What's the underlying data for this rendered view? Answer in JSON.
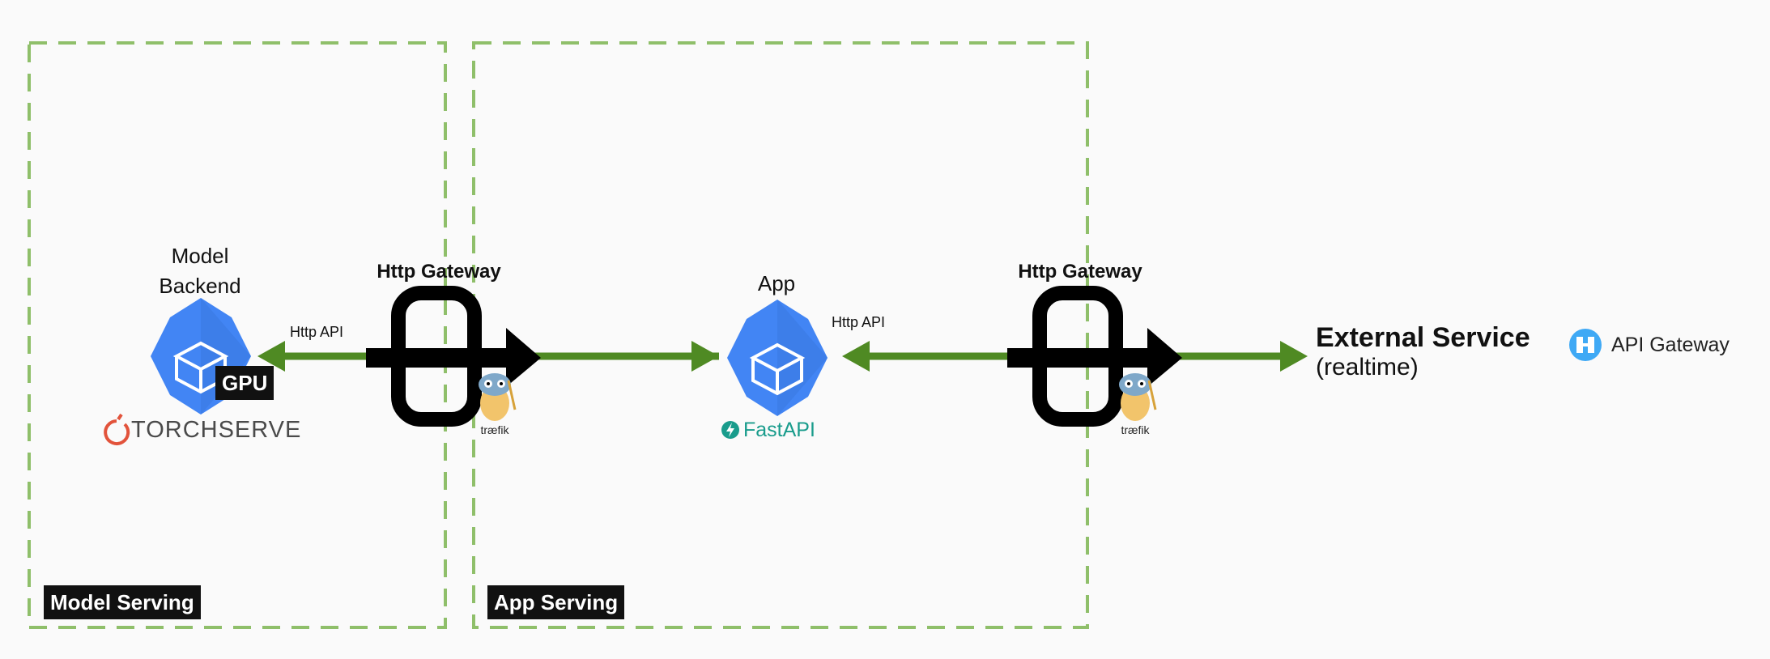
{
  "zones": {
    "model_serving": "Model Serving",
    "app_serving": "App Serving"
  },
  "model_backend": {
    "title_line1": "Model",
    "title_line2": "Backend",
    "gpu_badge": "GPU",
    "framework": "TORCHSERVE"
  },
  "gateways": [
    {
      "label": "Http Gateway",
      "proxy_text": "træfik"
    },
    {
      "label": "Http Gateway",
      "proxy_text": "træfik"
    }
  ],
  "app": {
    "title": "App",
    "framework": "FastAPI"
  },
  "api_labels": {
    "model_side": "Http API",
    "app_side": "Http API"
  },
  "external": {
    "title": "External Service",
    "subtitle": "(realtime)",
    "gateway_brand": "API Gateway"
  },
  "colors": {
    "arrow_green": "#4f8a23",
    "dash_green": "#8fbf6a",
    "hex_blue": "#4285f4",
    "torch_orange": "#e2533b",
    "fastapi_teal": "#199c8c",
    "api_gateway_blue": "#3fa9f5"
  },
  "icons": [
    "hexagon-cube-icon",
    "gpu-badge",
    "torchserve-flame-icon",
    "traefik-gopher-icon",
    "fastapi-bolt-icon",
    "api-gateway-icon",
    "gateway-loop-icon"
  ]
}
